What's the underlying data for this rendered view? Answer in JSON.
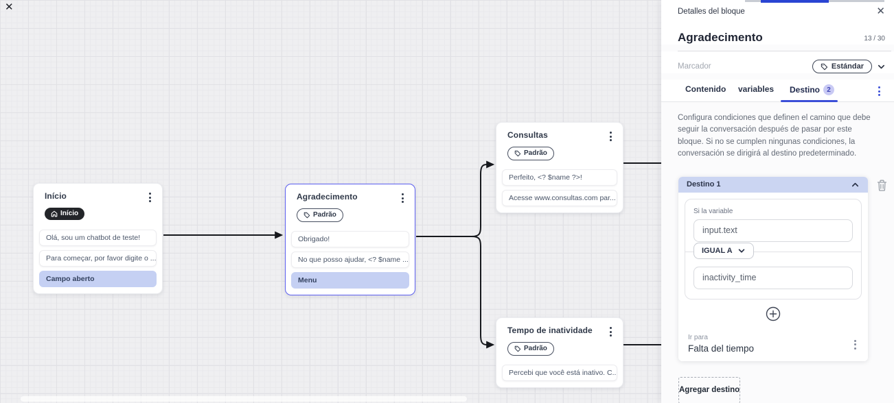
{
  "canvas": {
    "close_icon": "✕",
    "nodes": [
      {
        "title": "Início",
        "badge_label": "Início",
        "messages": [
          "Olá, sou um chatbot de teste!",
          "Para começar, por favor digite o ..."
        ],
        "action": "Campo aberto"
      },
      {
        "title": "Agradecimento",
        "badge_label": "Padrão",
        "messages": [
          "Obrigado!",
          "No que posso ajudar, <? $name ..."
        ],
        "action": "Menu"
      },
      {
        "title": "Consultas",
        "badge_label": "Padrão",
        "messages": [
          "Perfeito, <? $name ?>!",
          "Acesse www.consultas.com par..."
        ]
      },
      {
        "title": "Tempo de inatividade",
        "badge_label": "Padrão",
        "messages": [
          "Percebi que você está inativo. C..."
        ]
      }
    ]
  },
  "panel": {
    "header": {
      "title": "Detalles del bloque",
      "close_icon": "✕"
    },
    "block": {
      "name": "Agradecimento",
      "char_count": "13 / 30"
    },
    "marker": {
      "label": "Marcador",
      "value": "Estándar"
    },
    "tabs": [
      {
        "label": "Contenido"
      },
      {
        "label": "variables"
      },
      {
        "label": "Destino",
        "badge": "2",
        "active": true
      }
    ],
    "description": "Configura condiciones que definen el camino que debe seguir la conversación después de pasar por este bloque. Si no se cumplen ningunas condiciones, la conversación se dirigirá al destino predeterminado.",
    "destination": {
      "title": "Destino 1",
      "condition": {
        "label": "Si la variable",
        "variable": "input.text",
        "operator": "IGUAL A",
        "value": "inactivity_time"
      },
      "go_to": {
        "label": "Ir para",
        "value": "Falta del tiempo"
      }
    },
    "add_destination_label": "Agregar destino",
    "colors": {
      "accent": "#3b4fd8",
      "highlight": "#c5d0f3",
      "destino_header": "#cbd5f2",
      "edge": "#16181d"
    }
  }
}
